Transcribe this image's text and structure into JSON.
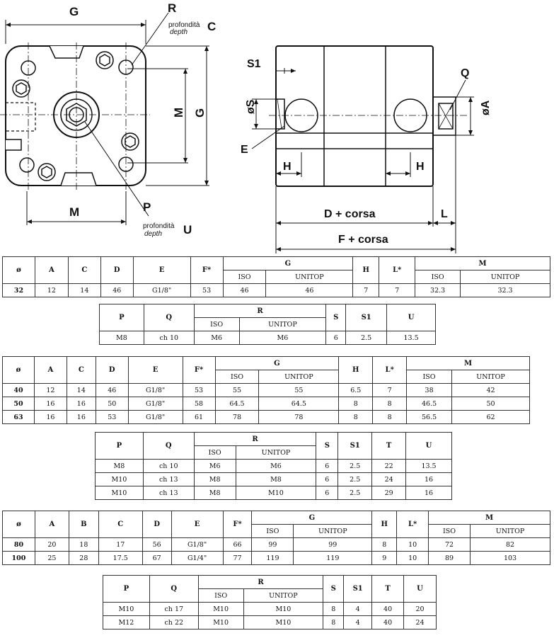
{
  "drawing": {
    "left_labels": {
      "G": "G",
      "R": "R",
      "C": "C",
      "M_right": "M",
      "G_right": "G",
      "M_bottom": "M",
      "P": "P",
      "U": "U",
      "depth_it_top": "profondità",
      "depth_en_top": "depth",
      "depth_it_bottom": "profondità",
      "depth_en_bottom": "depth"
    },
    "right_labels": {
      "S1": "S1",
      "S": "øS",
      "E": "E",
      "Q": "Q",
      "A": "øA",
      "H_left": "H",
      "H_right": "H",
      "D_corsa": "D + corsa",
      "L": "L",
      "F_corsa": "F + corsa"
    }
  },
  "tables": {
    "t1": {
      "headers": [
        "ø",
        "A",
        "C",
        "D",
        "E",
        "F*",
        "G",
        "H",
        "L*",
        "M"
      ],
      "sub": [
        "ISO",
        "UNITOP",
        "ISO",
        "UNITOP"
      ],
      "rows": [
        [
          "32",
          "12",
          "14",
          "46",
          "G1/8\"",
          "53",
          "46",
          "46",
          "7",
          "7",
          "32.3",
          "32.3"
        ]
      ]
    },
    "t2": {
      "headers": [
        "P",
        "Q",
        "R",
        "S",
        "S1",
        "U"
      ],
      "sub": [
        "ISO",
        "UNITOP"
      ],
      "rows": [
        [
          "M8",
          "ch 10",
          "M6",
          "M6",
          "6",
          "2.5",
          "13.5"
        ]
      ]
    },
    "t3": {
      "headers": [
        "ø",
        "A",
        "C",
        "D",
        "E",
        "F*",
        "G",
        "H",
        "L*",
        "M"
      ],
      "sub": [
        "ISO",
        "UNITOP",
        "ISO",
        "UNITOP"
      ],
      "rows": [
        [
          "40",
          "12",
          "14",
          "46",
          "G1/8\"",
          "53",
          "55",
          "55",
          "6.5",
          "7",
          "38",
          "42"
        ],
        [
          "50",
          "16",
          "16",
          "50",
          "G1/8\"",
          "58",
          "64.5",
          "64.5",
          "8",
          "8",
          "46.5",
          "50"
        ],
        [
          "63",
          "16",
          "16",
          "53",
          "G1/8\"",
          "61",
          "78",
          "78",
          "8",
          "8",
          "56.5",
          "62"
        ]
      ]
    },
    "t4": {
      "headers": [
        "P",
        "Q",
        "R",
        "S",
        "S1",
        "T",
        "U"
      ],
      "sub": [
        "ISO",
        "UNITOP"
      ],
      "rows": [
        [
          "M8",
          "ch 10",
          "M6",
          "M6",
          "6",
          "2.5",
          "22",
          "13.5"
        ],
        [
          "M10",
          "ch 13",
          "M8",
          "M8",
          "6",
          "2.5",
          "24",
          "16"
        ],
        [
          "M10",
          "ch 13",
          "M8",
          "M10",
          "6",
          "2.5",
          "29",
          "16"
        ]
      ]
    },
    "t5": {
      "headers": [
        "ø",
        "A",
        "B",
        "C",
        "D",
        "E",
        "F*",
        "G",
        "H",
        "L*",
        "M"
      ],
      "sub": [
        "ISO",
        "UNITOP",
        "ISO",
        "UNITOP"
      ],
      "rows": [
        [
          "80",
          "20",
          "18",
          "17",
          "56",
          "G1/8\"",
          "66",
          "99",
          "99",
          "8",
          "10",
          "72",
          "82"
        ],
        [
          "100",
          "25",
          "28",
          "17.5",
          "67",
          "G1/4\"",
          "77",
          "119",
          "119",
          "9",
          "10",
          "89",
          "103"
        ]
      ]
    },
    "t6": {
      "headers": [
        "P",
        "Q",
        "R",
        "S",
        "S1",
        "T",
        "U"
      ],
      "sub": [
        "ISO",
        "UNITOP"
      ],
      "rows": [
        [
          "M10",
          "ch 17",
          "M10",
          "M10",
          "8",
          "4",
          "40",
          "20"
        ],
        [
          "M12",
          "ch 22",
          "M10",
          "M10",
          "8",
          "4",
          "40",
          "24"
        ]
      ]
    }
  }
}
